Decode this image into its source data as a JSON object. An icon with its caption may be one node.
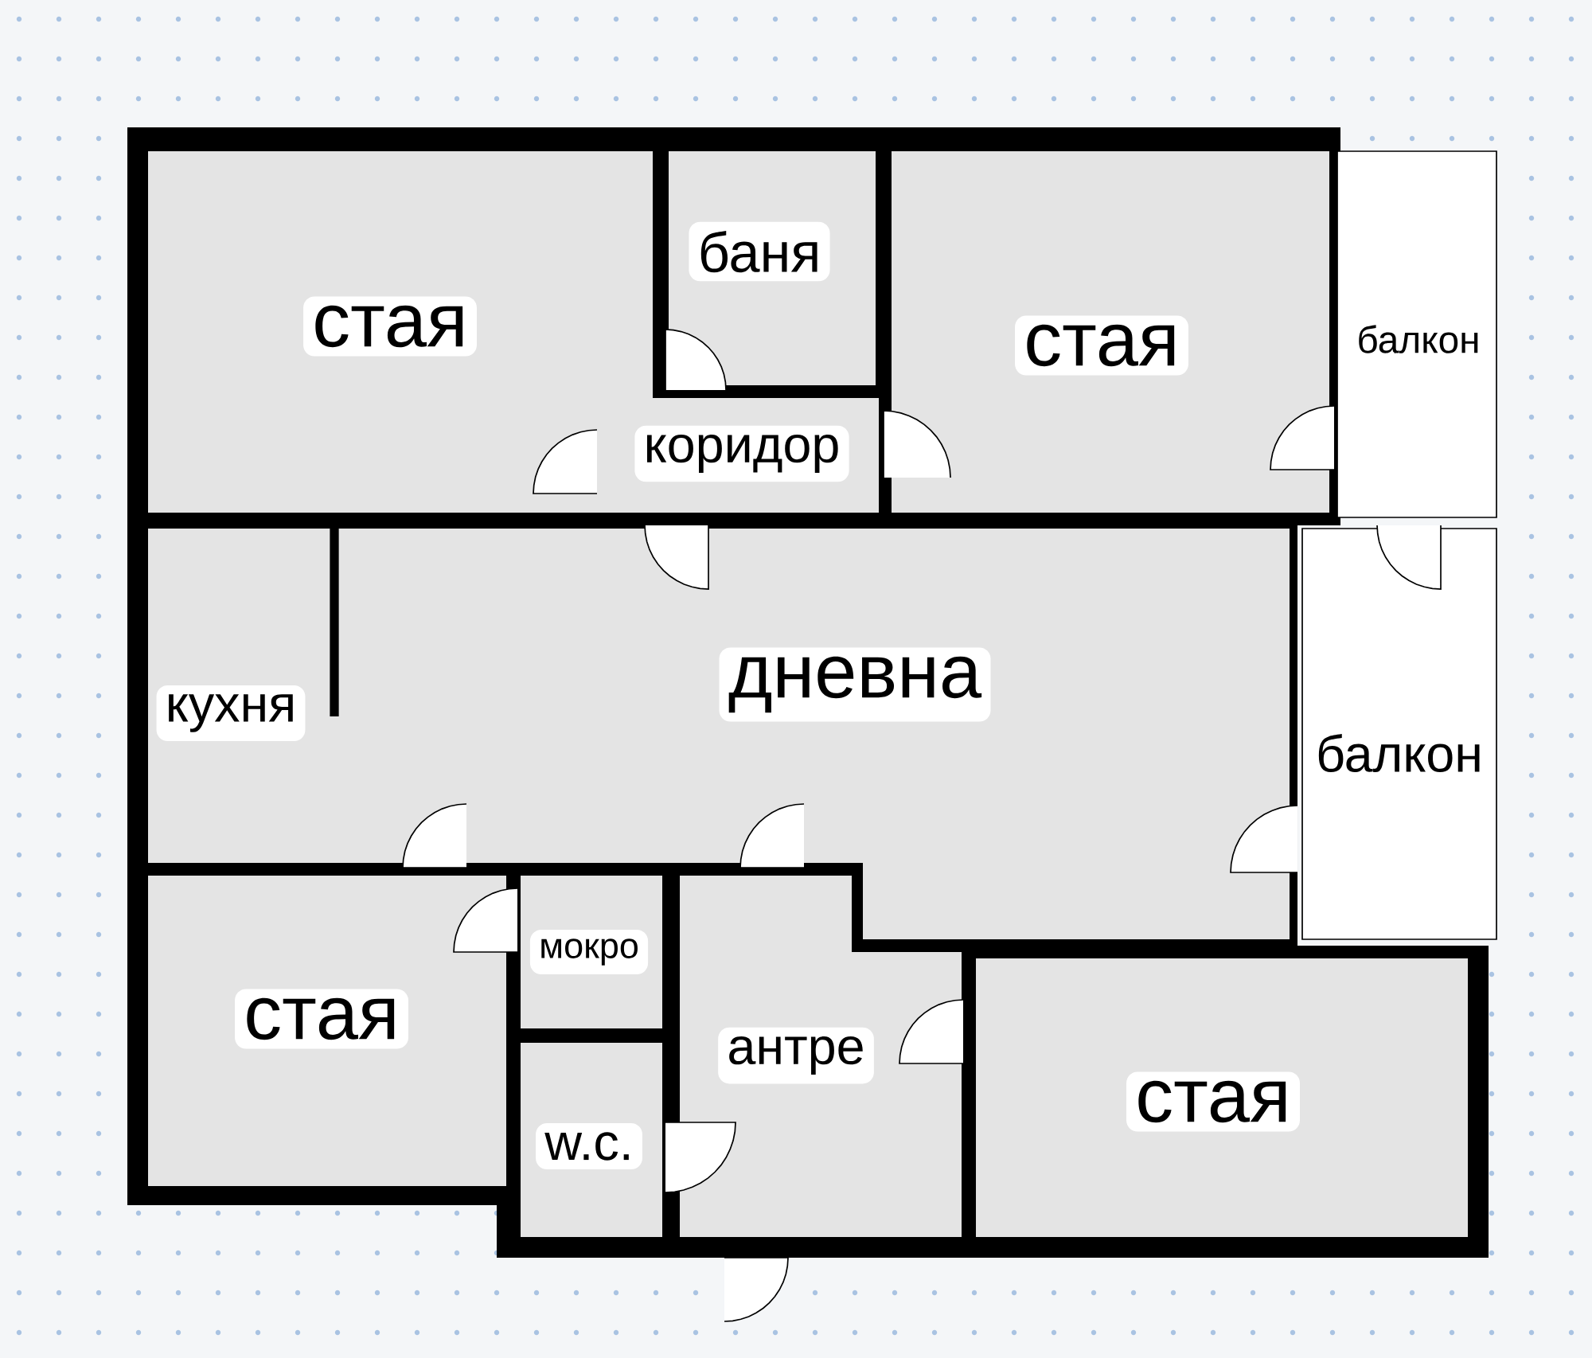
{
  "diagram": {
    "nodes": [
      {
        "text": [
          "стая"
        ]
      },
      {
        "text": [
          "баня"
        ]
      },
      {
        "text": [
          "коридор"
        ]
      },
      {
        "text": [
          "стая"
        ]
      },
      {
        "text": [
          "балкон"
        ]
      },
      {
        "text": [
          "кухня"
        ]
      },
      {
        "text": [
          "дневна"
        ]
      },
      {
        "text": [
          "балкон"
        ]
      },
      {
        "text": [
          "стая"
        ]
      },
      {
        "text": [
          "мокро"
        ]
      },
      {
        "text": [
          "w.c."
        ]
      },
      {
        "text": [
          "антре"
        ]
      },
      {
        "text": [
          "стая"
        ]
      }
    ]
  }
}
